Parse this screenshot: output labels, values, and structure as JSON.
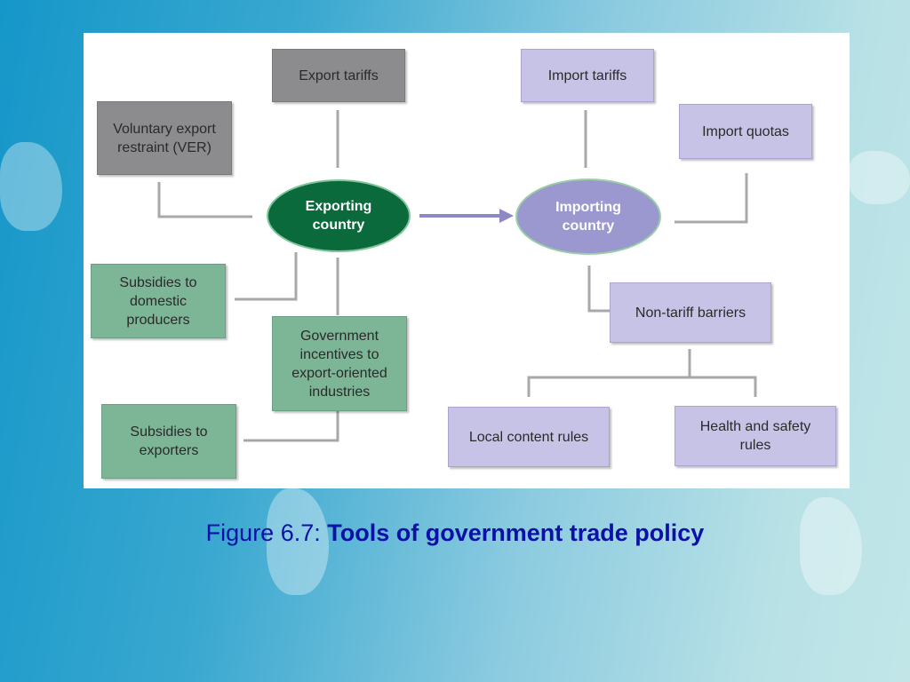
{
  "diagram": {
    "exporting_country": "Exporting country",
    "importing_country": "Importing country",
    "export_tariffs": "Export tariffs",
    "voluntary_export_restraint": "Voluntary export restraint (VER)",
    "subsidies_domestic": "Subsidies to domestic producers",
    "government_incentives": "Government incentives to export-oriented industries",
    "subsidies_exporters": "Subsidies to exporters",
    "import_tariffs": "Import tariffs",
    "import_quotas": "Import quotas",
    "non_tariff_barriers": "Non-tariff barriers",
    "local_content_rules": "Local content rules",
    "health_safety_rules": "Health and safety rules"
  },
  "caption": {
    "prefix": "Figure 6.7: ",
    "title": "Tools of government trade policy"
  },
  "colors": {
    "exporting_oval": "#0a6a3b",
    "importing_oval": "#9b98cf",
    "gray_box": "#8c8c8e",
    "green_box": "#7db597",
    "violet_box": "#c7c3e6",
    "caption_text": "#0a10a8"
  }
}
